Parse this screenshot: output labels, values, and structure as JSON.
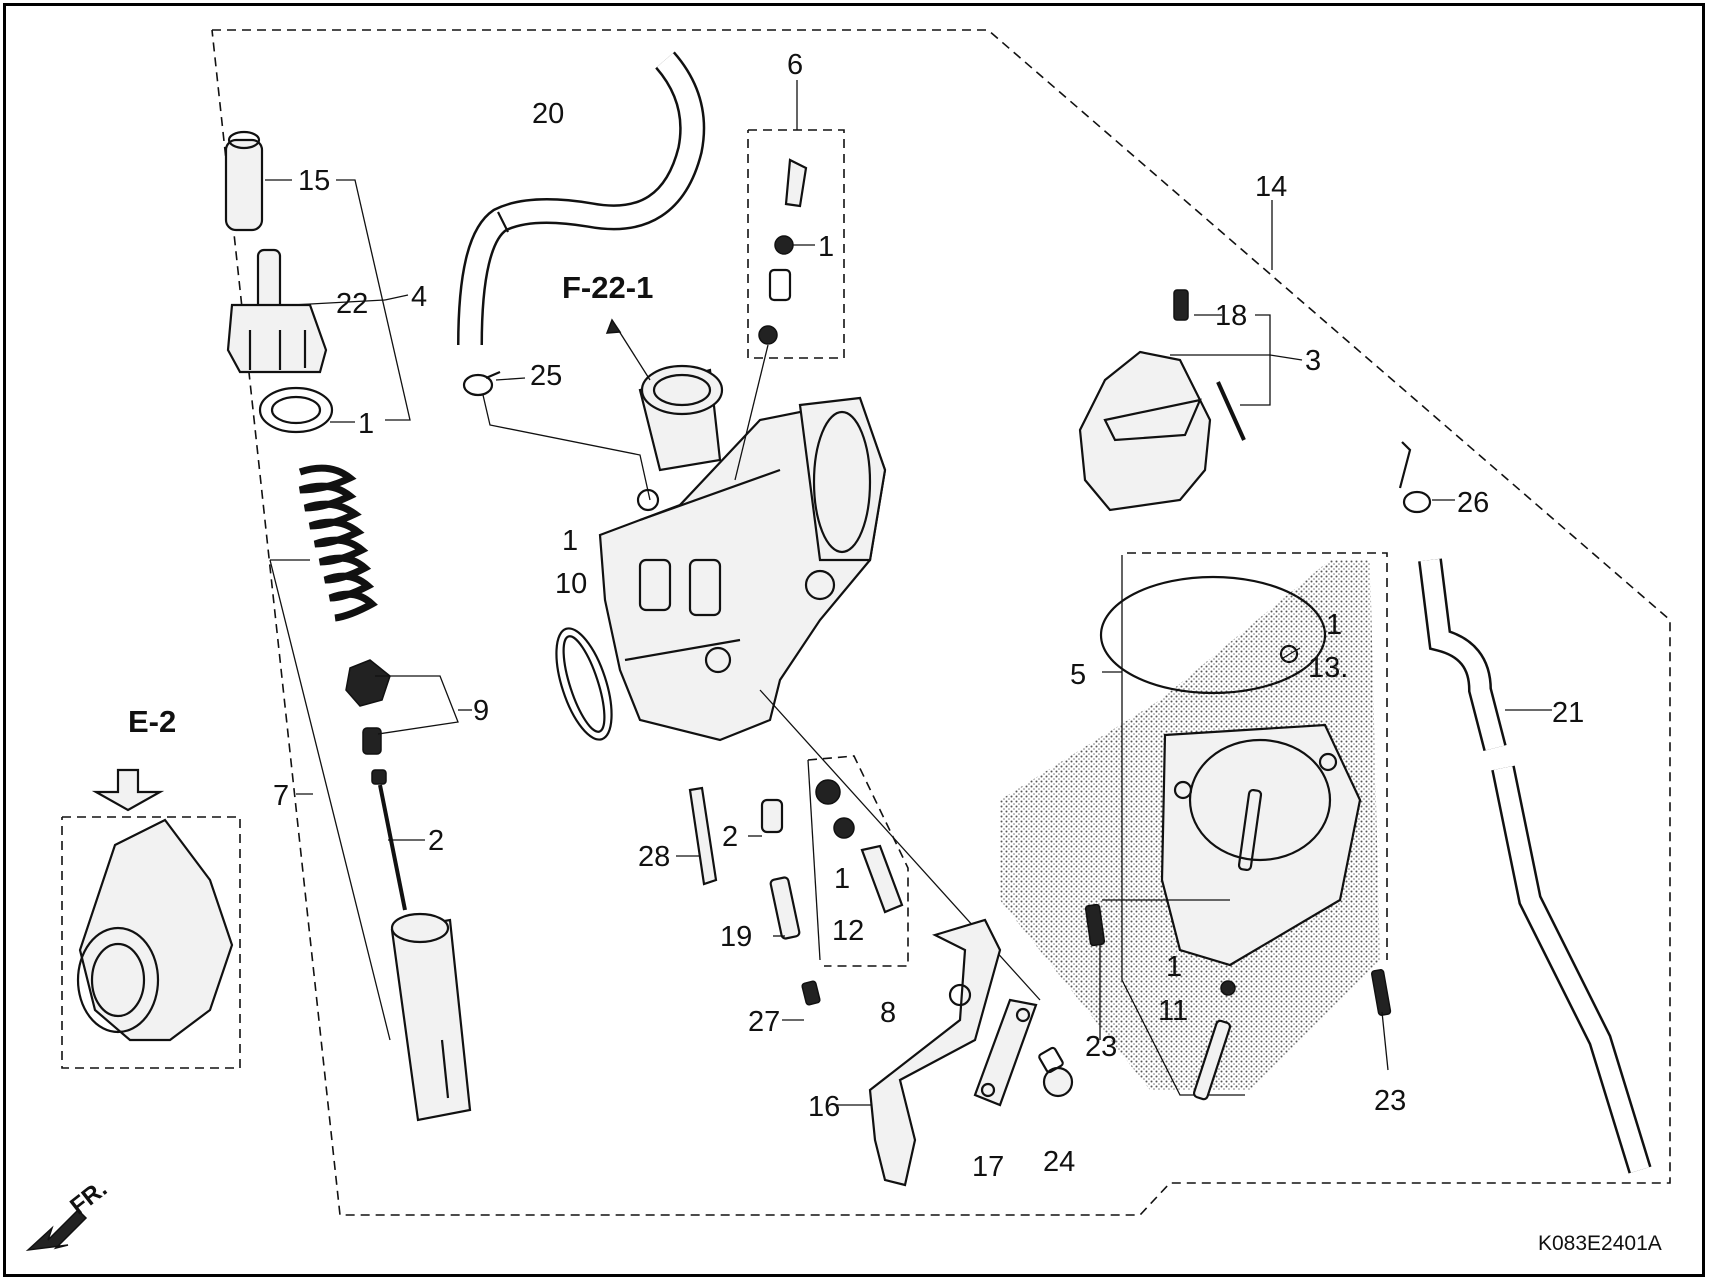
{
  "callouts": [
    {
      "id": "c15",
      "text": "15"
    },
    {
      "id": "c22",
      "text": "22"
    },
    {
      "id": "c4",
      "text": "4"
    },
    {
      "id": "c1a",
      "text": "1"
    },
    {
      "id": "c9",
      "text": "9"
    },
    {
      "id": "c7",
      "text": "7"
    },
    {
      "id": "c2a",
      "text": "2"
    },
    {
      "id": "c20",
      "text": "20"
    },
    {
      "id": "c25",
      "text": "25"
    },
    {
      "id": "c6",
      "text": "6"
    },
    {
      "id": "c1b",
      "text": "1"
    },
    {
      "id": "c1c",
      "text": "1"
    },
    {
      "id": "c10",
      "text": "10"
    },
    {
      "id": "c28",
      "text": "28"
    },
    {
      "id": "c2b",
      "text": "2"
    },
    {
      "id": "c1d",
      "text": "1"
    },
    {
      "id": "c12",
      "text": "12"
    },
    {
      "id": "c19",
      "text": "19"
    },
    {
      "id": "c8",
      "text": "8"
    },
    {
      "id": "c27",
      "text": "27"
    },
    {
      "id": "c16",
      "text": "16"
    },
    {
      "id": "c17",
      "text": "17"
    },
    {
      "id": "c24",
      "text": "24"
    },
    {
      "id": "c14",
      "text": "14"
    },
    {
      "id": "c18",
      "text": "18"
    },
    {
      "id": "c3",
      "text": "3"
    },
    {
      "id": "c26",
      "text": "26"
    },
    {
      "id": "c1e",
      "text": "1"
    },
    {
      "id": "c13",
      "text": "13."
    },
    {
      "id": "c5",
      "text": "5"
    },
    {
      "id": "c21",
      "text": "21"
    },
    {
      "id": "c23a",
      "text": "23"
    },
    {
      "id": "c1f",
      "text": "1"
    },
    {
      "id": "c11",
      "text": "11"
    },
    {
      "id": "c23b",
      "text": "23"
    }
  ],
  "references": {
    "main": "F-22-1",
    "inset": "E-2"
  },
  "direction_label": "FR.",
  "drawing_code": "K083E2401A"
}
